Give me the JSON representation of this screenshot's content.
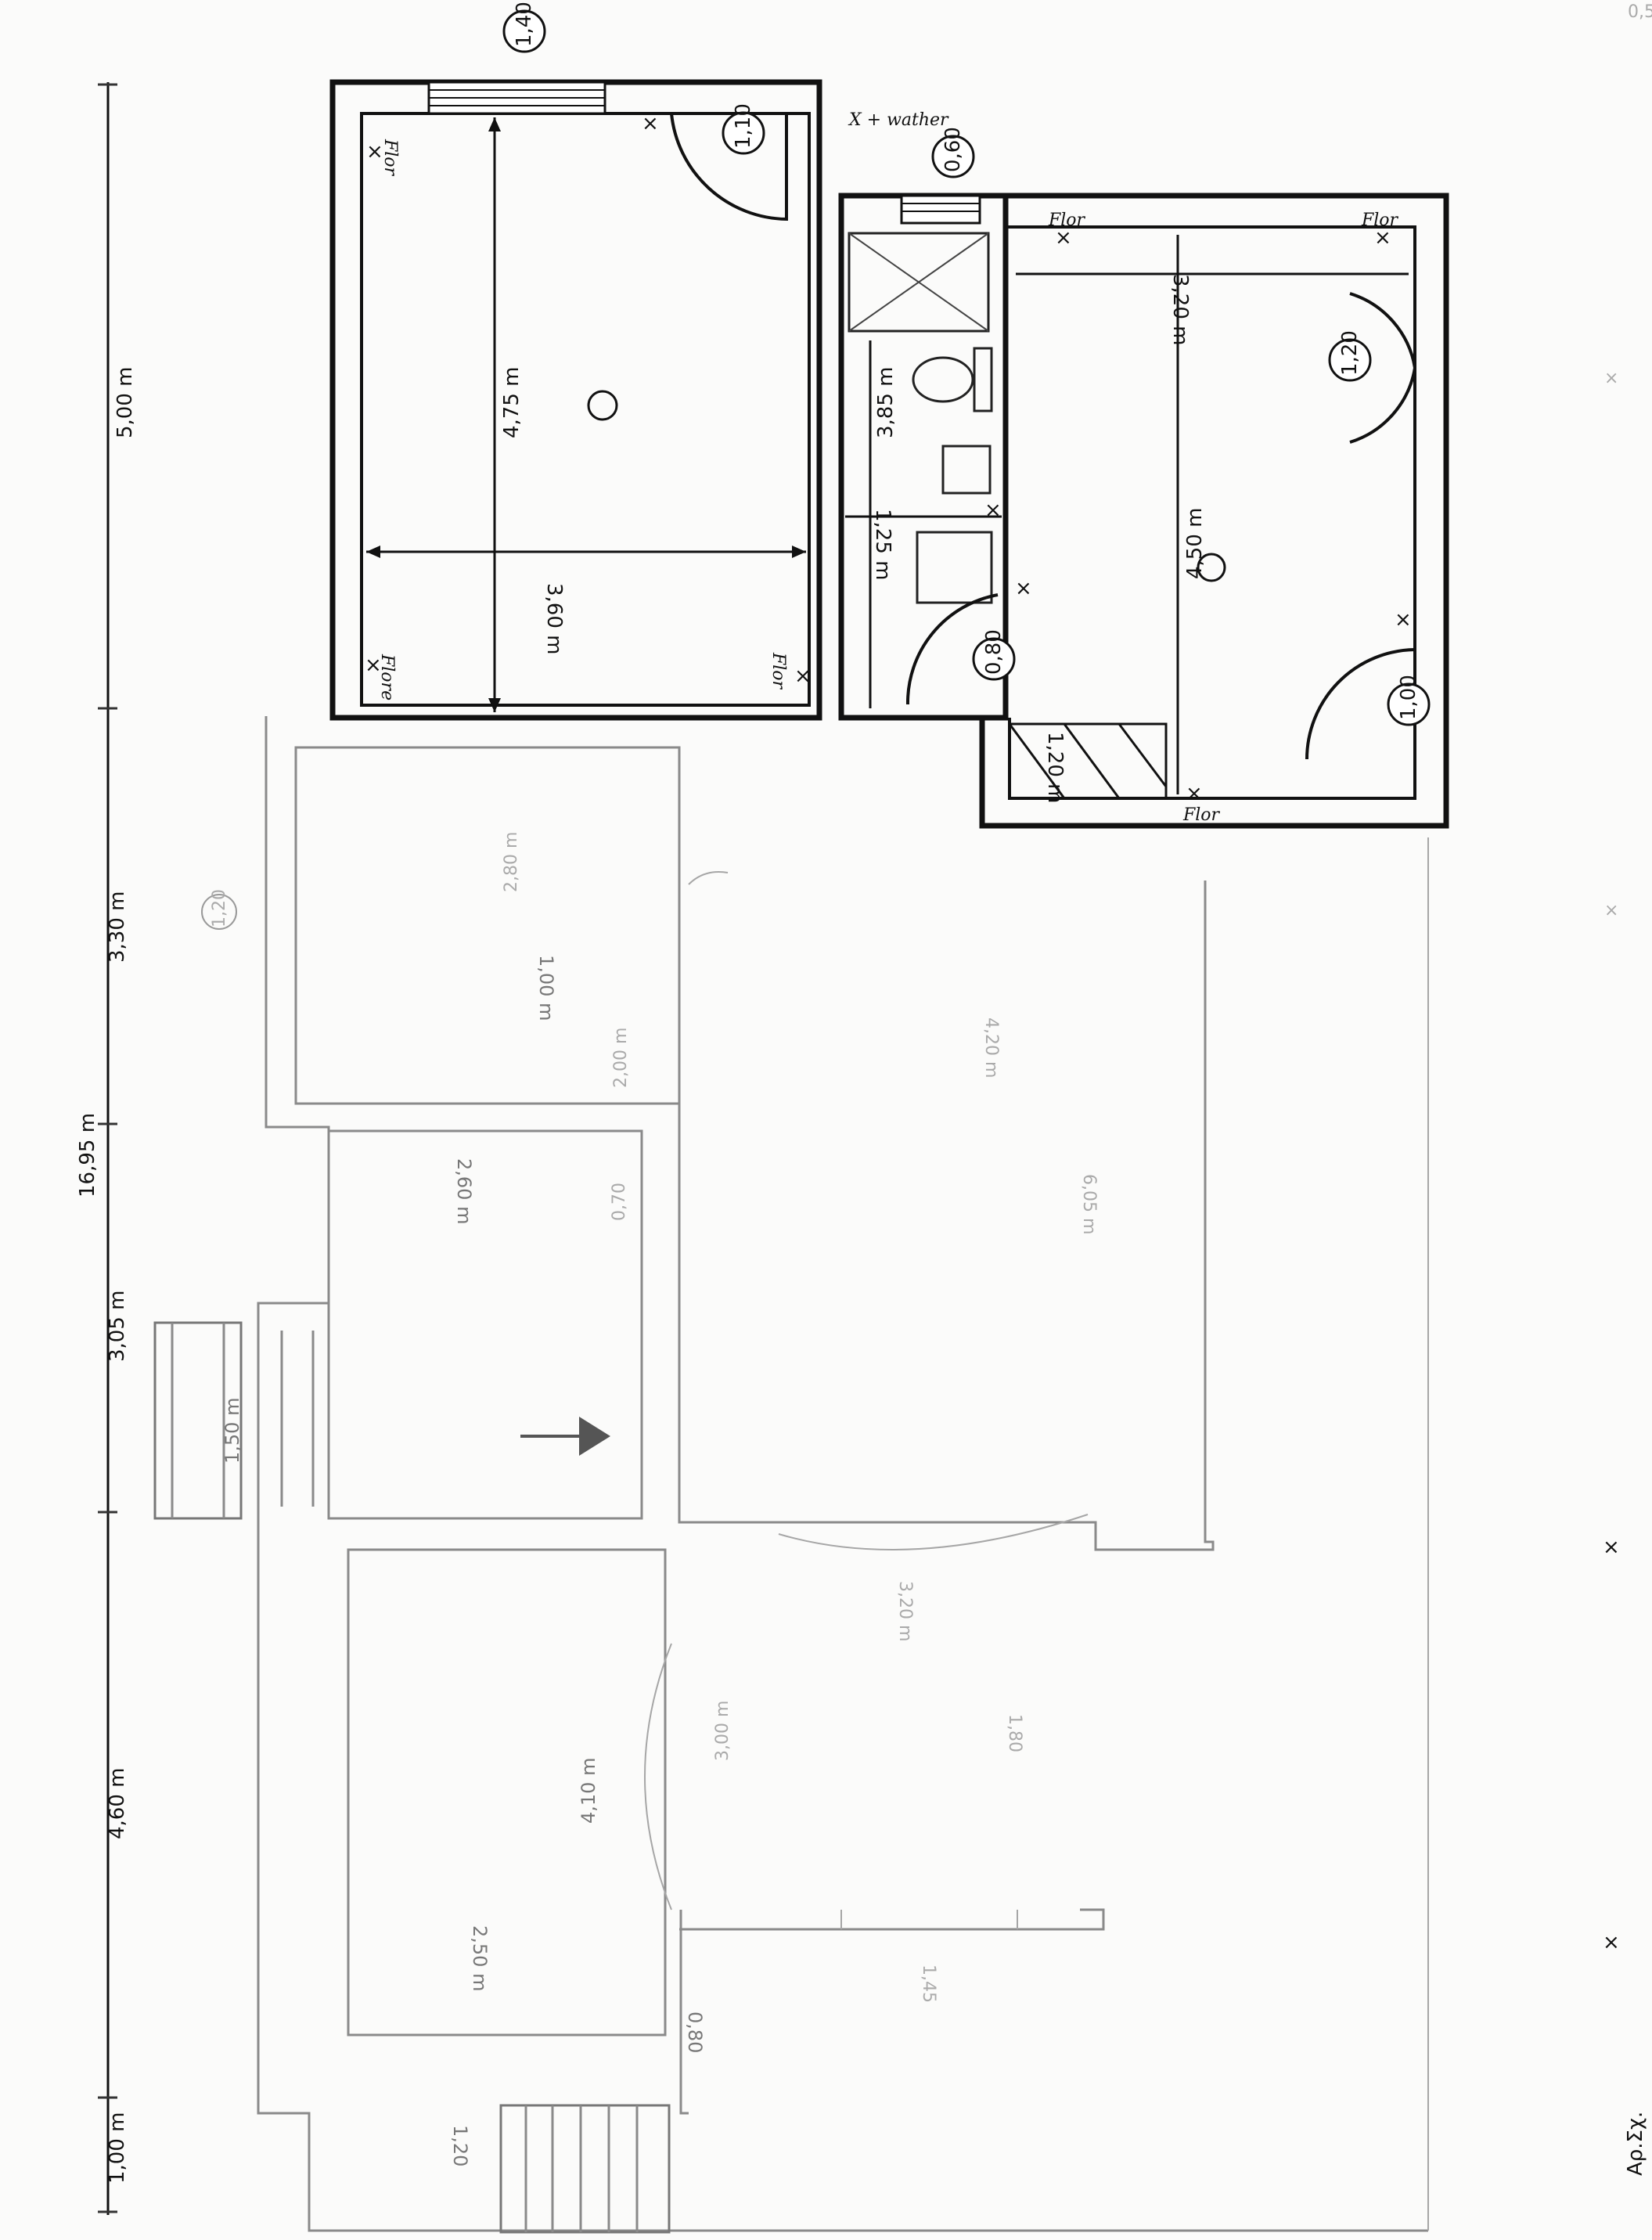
{
  "overall_dimensions": {
    "segments": [
      "1,00 m",
      "4,60 m",
      "3,05 m",
      "16,95 m",
      "3,30 m",
      "5,00 m"
    ],
    "corner_label": "0,5"
  },
  "bedroom_top": {
    "width": "3,60 m",
    "depth": "4,75 m",
    "window_label": "1,40",
    "door_label": "1,10",
    "notes": [
      "Flor",
      "Flor",
      "Flore"
    ]
  },
  "bathroom": {
    "depth": "3,85 m",
    "width": "1,25 m",
    "window_label": "0,60",
    "door_label": "0,80",
    "note": "X + wather"
  },
  "bedroom_right": {
    "width": "3,20 m",
    "depth": "4,50 m",
    "door_label_top": "1,20",
    "door_label_bottom": "1,00",
    "stair_width": "1,20 m",
    "notes": [
      "Flor",
      "Flor",
      "Flor"
    ]
  },
  "old_plan": {
    "entrance_width": "1,50 m",
    "opening_label": "1,20",
    "room_a": {
      "width": "2,80 m",
      "depth": "1,00 m",
      "extra": "2,00 m"
    },
    "room_b": {
      "width": "2,60 m",
      "side": "0,70"
    },
    "living": {
      "depth": "4,20 m",
      "length": "6,05 m",
      "arch": "3,20 m"
    },
    "room_c": {
      "width": "2,50 m",
      "depth": "4,10 m",
      "side": "3,00 m",
      "door": "0,80"
    },
    "stairs_label": "1,20",
    "misc": [
      "1,45",
      "1,80"
    ]
  },
  "footer_text": "Αρ.Σχ."
}
